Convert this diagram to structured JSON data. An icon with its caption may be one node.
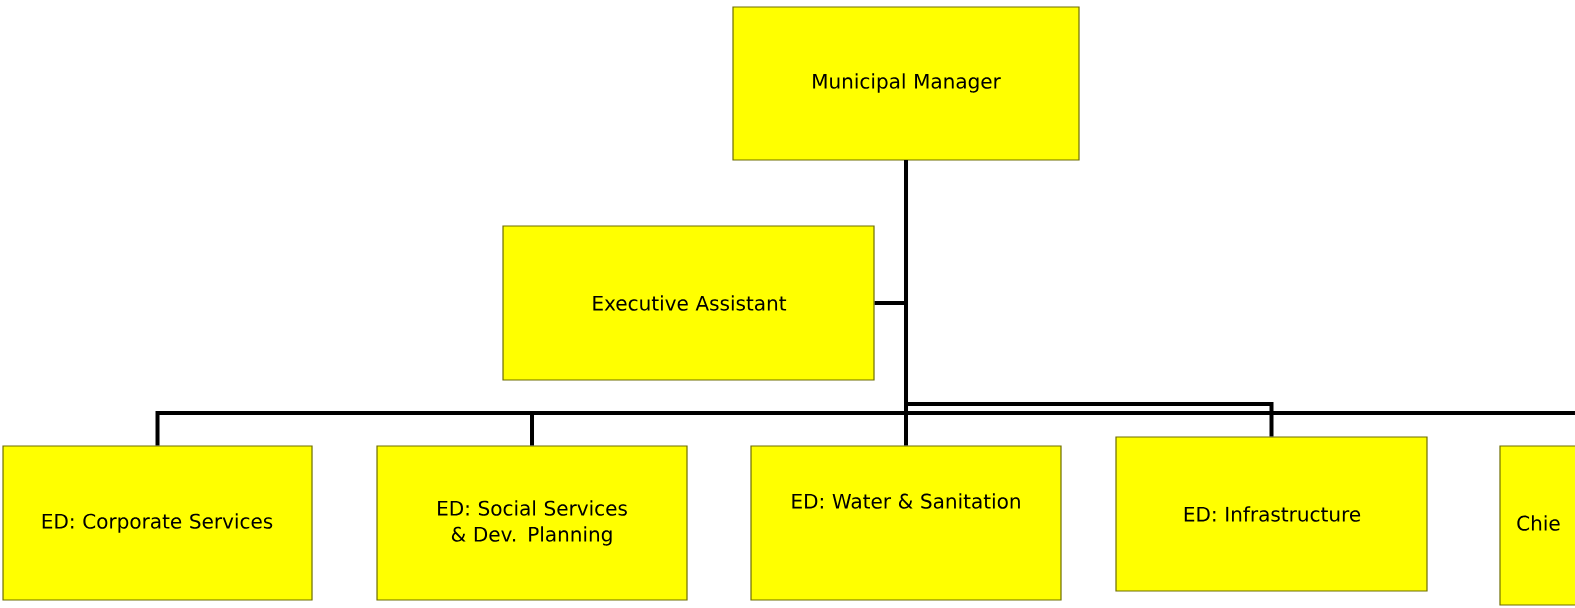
{
  "diagram": {
    "nodes": [
      {
        "text": [
          "Municipal Manager"
        ]
      },
      {
        "text": [
          "Executive Assistant"
        ]
      },
      {
        "text": [
          "ED: Corporate Services"
        ]
      },
      {
        "text": [
          "ED: Social Services & Dev. Planning"
        ]
      },
      {
        "text": [
          "ED: Water & Sanitation"
        ]
      },
      {
        "text": [
          "ED: Infrastructure"
        ]
      },
      {
        "text": [
          "Chie"
        ]
      }
    ],
    "edges": [
      {
        "from": 0,
        "to": 1,
        "arrow": "none"
      },
      {
        "from": 0,
        "to": 2,
        "arrow": "none"
      },
      {
        "from": 0,
        "to": 3,
        "arrow": "none"
      },
      {
        "from": 0,
        "to": 4,
        "arrow": "none"
      },
      {
        "from": 0,
        "to": 5,
        "arrow": "none"
      },
      {
        "from": 0,
        "to": 6,
        "arrow": "none"
      }
    ]
  }
}
